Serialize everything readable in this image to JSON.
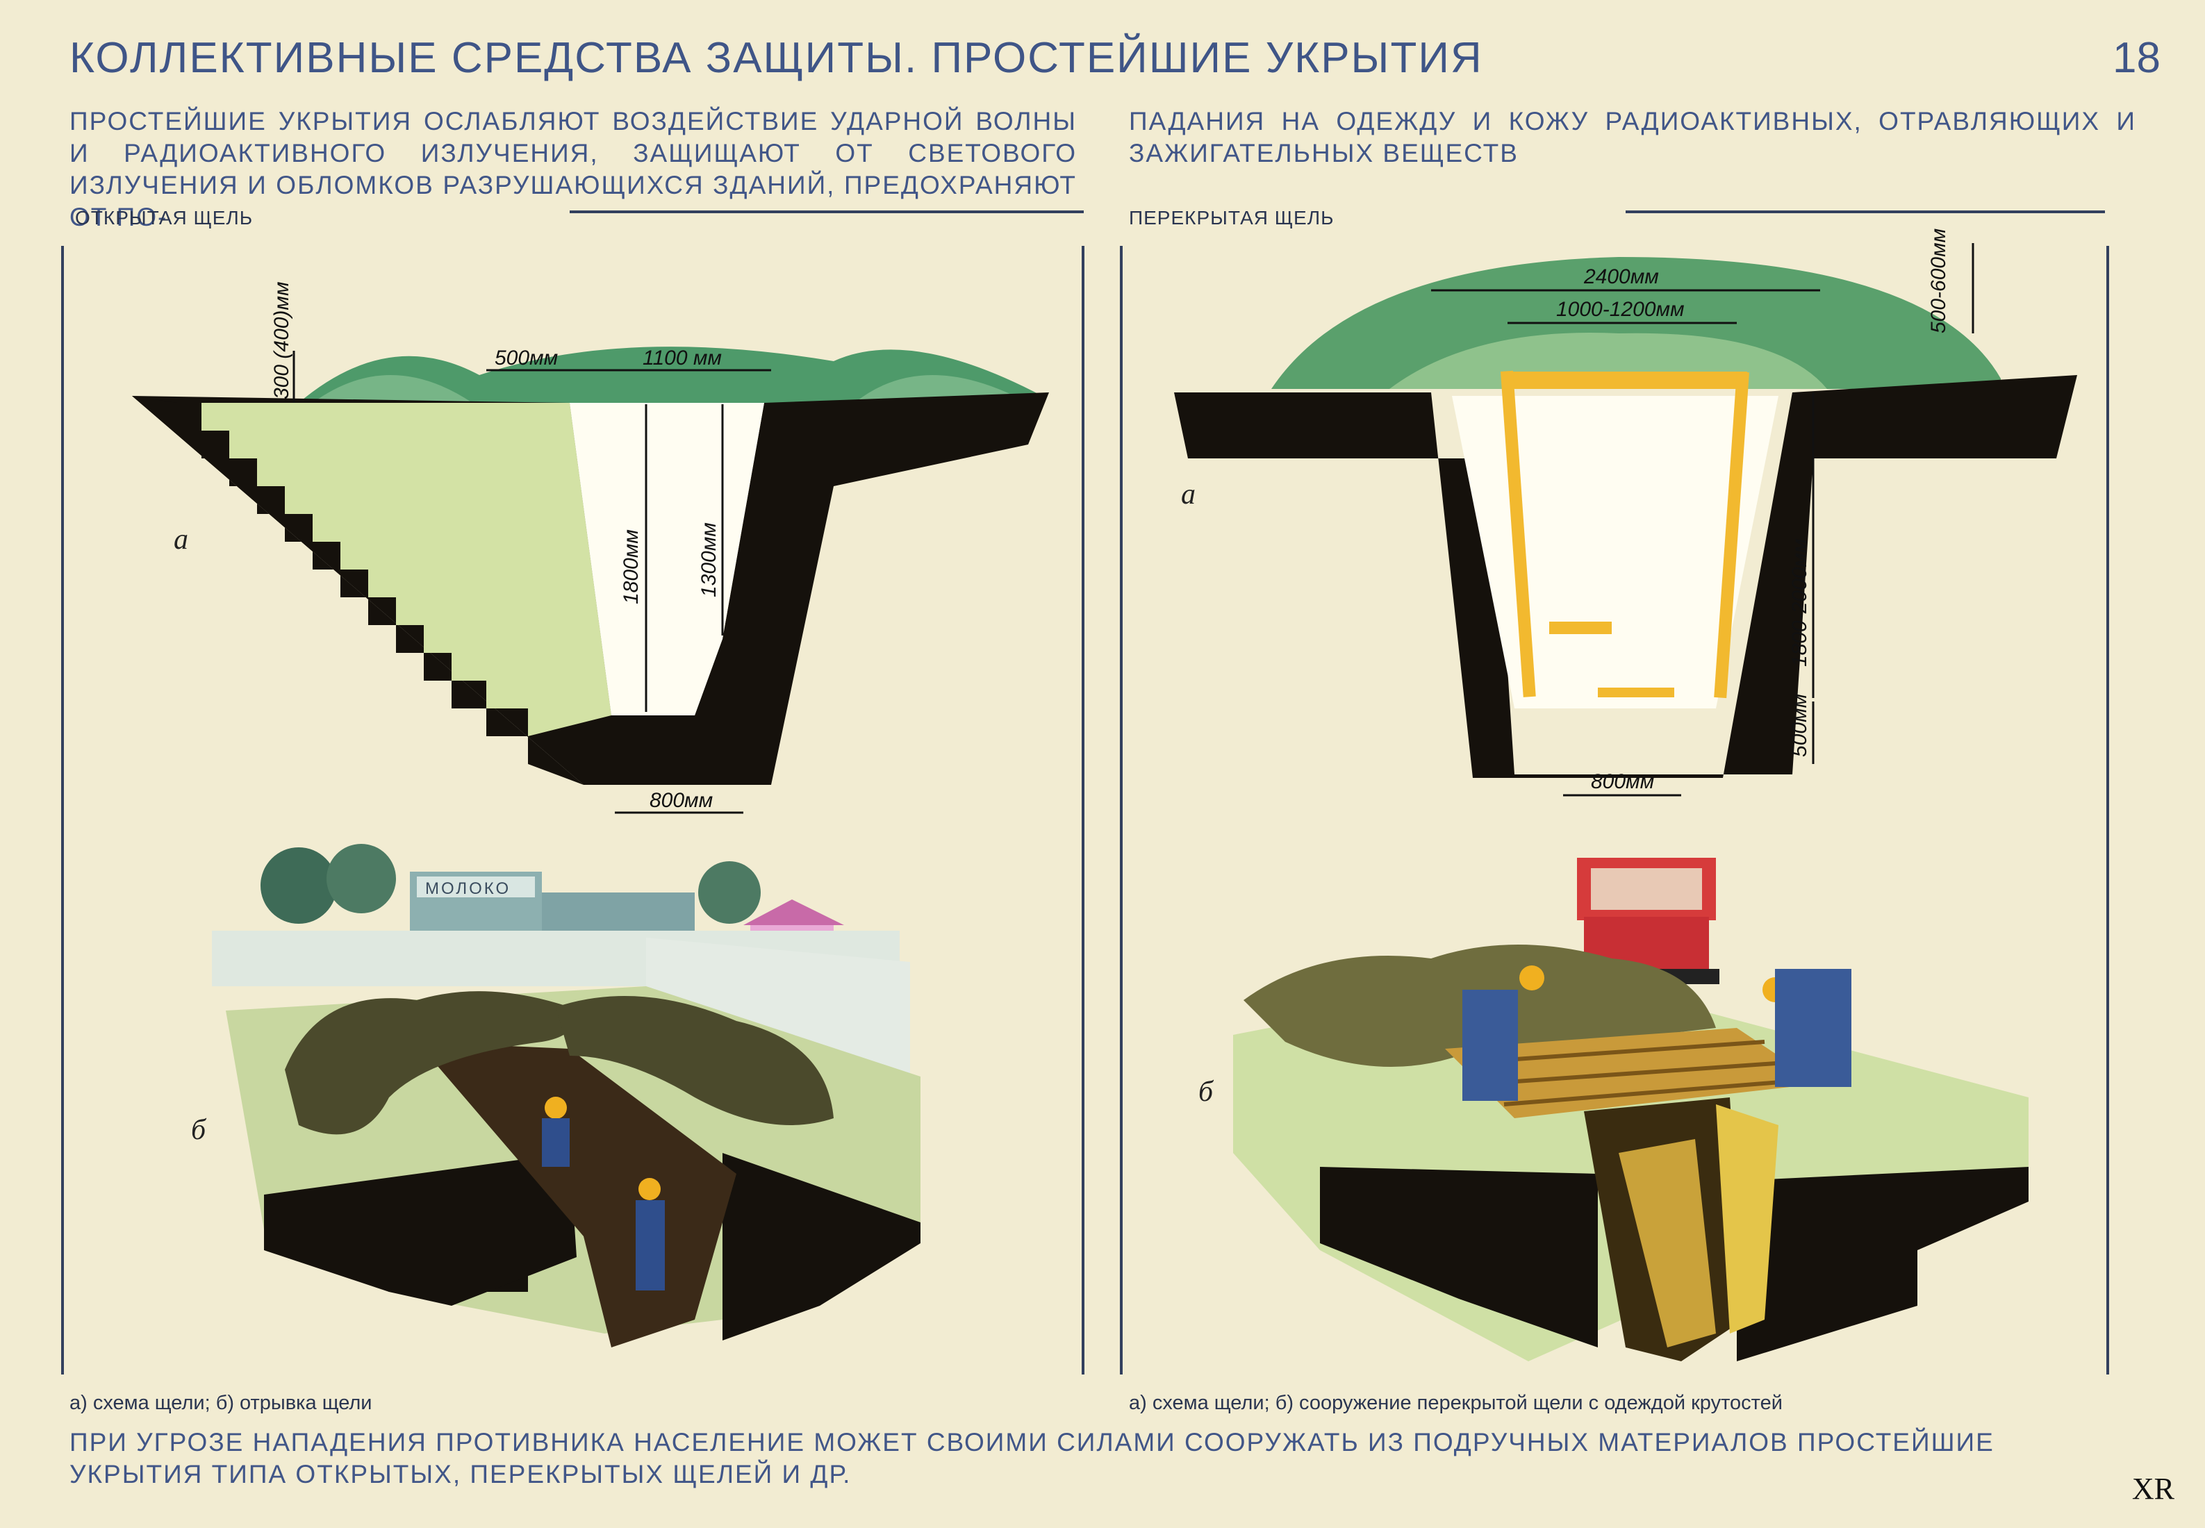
{
  "header": {
    "title": "КОЛЛЕКТИВНЫЕ СРЕДСТВА ЗАЩИТЫ. ПРОСТЕЙШИЕ УКРЫТИЯ",
    "page_number": "18"
  },
  "intro": {
    "left": "ПРОСТЕЙШИЕ УКРЫТИЯ ОСЛАБЛЯЮТ ВОЗДЕЙСТВИЕ УДАРНОЙ ВОЛНЫ И РАДИОАКТИВНОГО ИЗЛУЧЕНИЯ, ЗАЩИЩАЮТ ОТ СВЕТОВОГО ИЗЛУЧЕНИЯ И ОБЛОМКОВ РАЗРУШАЮЩИХСЯ ЗДАНИЙ, ПРЕДОХРАНЯЮТ ОТ ПО-",
    "right": "ПАДАНИЯ НА ОДЕЖДУ И КОЖУ РАДИОАКТИВНЫХ, ОТРАВЛЯЮЩИХ И ЗАЖИГАТЕЛЬНЫХ ВЕЩЕСТВ"
  },
  "panels": {
    "open": {
      "label": "ОТКРЫТАЯ ЩЕЛЬ",
      "letter_a": "а",
      "letter_b": "б",
      "dims": {
        "height_mound": "300 (400)мм",
        "width_side": "500мм",
        "width_top": "1100 мм",
        "depth_total": "1800мм",
        "depth_inner": "1300мм",
        "width_bottom": "800мм"
      },
      "sign": "МОЛОКО",
      "caption": "а) схема щели; б) отрывка щели"
    },
    "covered": {
      "label": "ПЕРЕКРЫТАЯ ЩЕЛЬ",
      "letter_a": "а",
      "letter_b": "б",
      "dims": {
        "width_outer": "2400мм",
        "width_inner": "1000-1200мм",
        "height_mound": "500-600мм",
        "depth": "1800-2000мм",
        "depth_bottom": "500мм",
        "width_bottom": "800мм"
      },
      "caption": "а) схема щели; б) сооружение перекрытой щели с одеждой крутостей"
    }
  },
  "footer": {
    "text": "ПРИ УГРОЗЕ НАПАДЕНИЯ ПРОТИВНИКА НАСЕЛЕНИЕ МОЖЕТ СВОИМИ СИЛАМИ СООРУЖАТЬ ИЗ ПОДРУЧНЫХ МАТЕРИАЛОВ ПРОСТЕЙШИЕ УКРЫТИЯ ТИПА ОТКРЫТЫХ, ПЕРЕКРЫТЫХ ЩЕЛЕЙ И ДР.",
    "corner": "XR"
  }
}
